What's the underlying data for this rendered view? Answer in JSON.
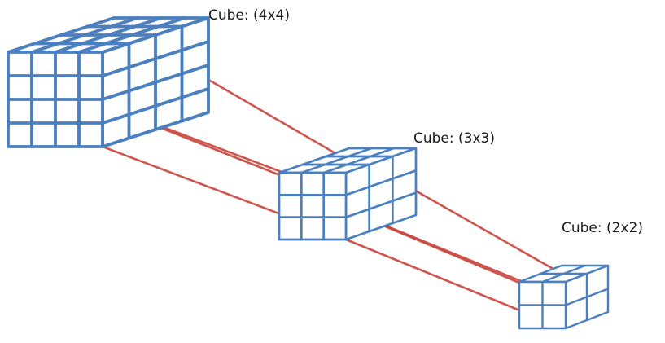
{
  "cubes": [
    {
      "label": "Cube: (4x4)",
      "n": 4
    },
    {
      "label": "Cube: (3x3)",
      "n": 3
    },
    {
      "label": "Cube: (2x2)",
      "n": 2
    }
  ],
  "colors": {
    "grid": "#4a7fc0",
    "connector": "#c8433a",
    "background": "#ffffff"
  }
}
